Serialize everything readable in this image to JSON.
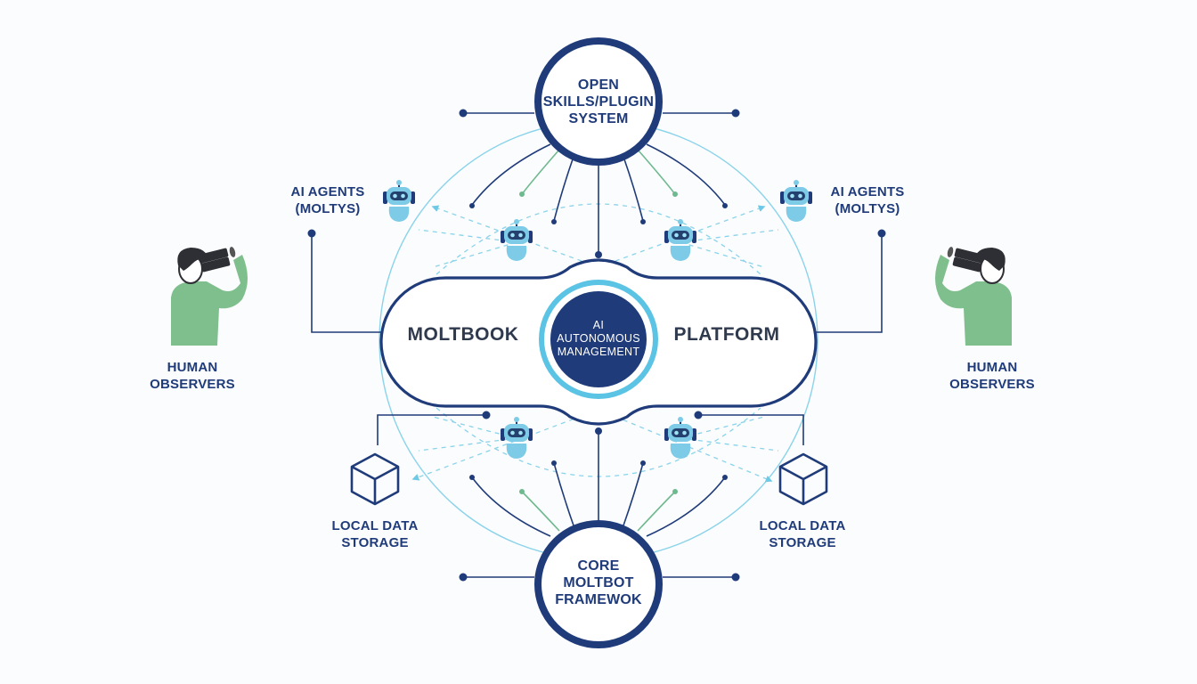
{
  "colors": {
    "navy": "#1f3b7a",
    "light_blue": "#6ec9e6",
    "green": "#6fb98f",
    "robot_blue": "#7dcbe6",
    "text_dark": "#2f3a4e"
  },
  "nodes": {
    "top": "OPEN\nSKILLS/PLUGIN\nSYSTEM",
    "bottom": "CORE\nMOLTBOT\nFRAMEWOK"
  },
  "platform": {
    "left": "MOLTBOOK",
    "right": "PLATFORM",
    "center": "AI\nAUTONOMOUS\nMANAGEMENT"
  },
  "agents": {
    "left": "AI AGENTS\n(MOLTYS)",
    "right": "AI AGENTS\n(MOLTYS)",
    "icon": "robot-icon"
  },
  "observers": {
    "left": "HUMAN\nOBSERVERS",
    "right": "HUMAN\nOBSERVERS",
    "icon": "person-with-binoculars-icon"
  },
  "storage": {
    "left": "LOCAL DATA\nSTORAGE",
    "right": "LOCAL DATA\nSTORAGE",
    "icon": "cube-icon"
  }
}
